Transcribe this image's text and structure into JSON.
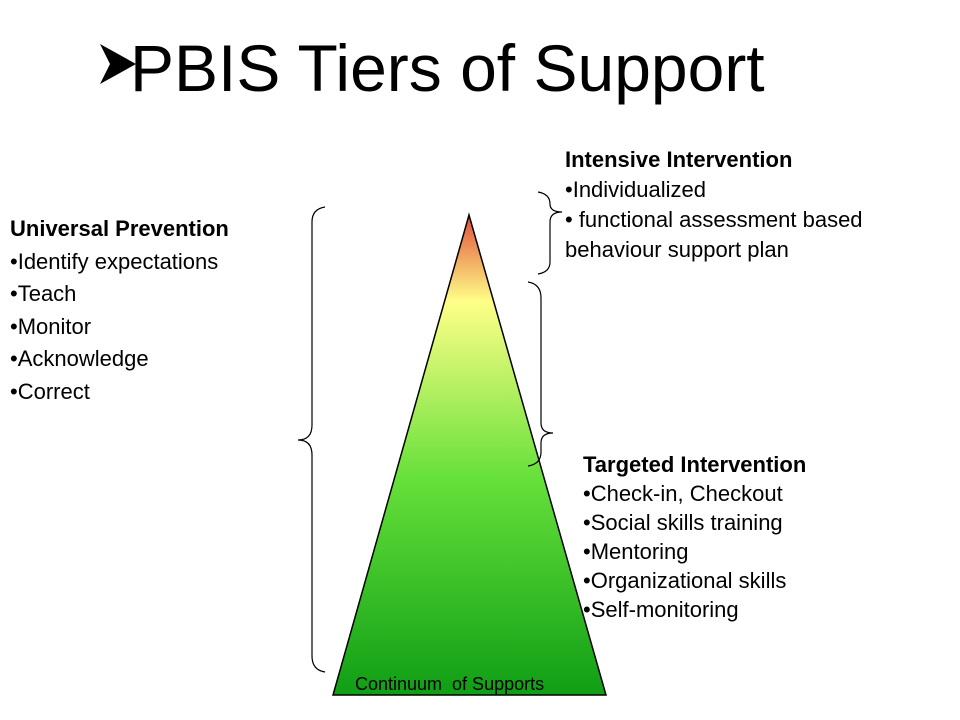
{
  "title": "PBIS Tiers of Support",
  "icons": {
    "title_bullet": "arrowhead-bullet-icon"
  },
  "colors": {
    "pyramid_top": "#e0503a",
    "pyramid_upper": "#ffff88",
    "pyramid_middle": "#66e03a",
    "pyramid_bottom": "#0f9e15"
  },
  "universal": {
    "heading": "Universal Prevention",
    "items": [
      "•Identify expectations",
      "•Teach",
      "•Monitor",
      "•Acknowledge",
      "•Correct"
    ]
  },
  "intensive": {
    "heading": "Intensive Intervention",
    "items": [
      "•Individualized",
      "• functional assessment based",
      "behaviour support plan"
    ]
  },
  "targeted": {
    "heading": "Targeted Intervention",
    "items": [
      "•Check-in, Checkout",
      "•Social skills training",
      "•Mentoring",
      "•Organizational skills",
      "•Self-monitoring"
    ]
  },
  "footer": "Continuum  of Supports"
}
